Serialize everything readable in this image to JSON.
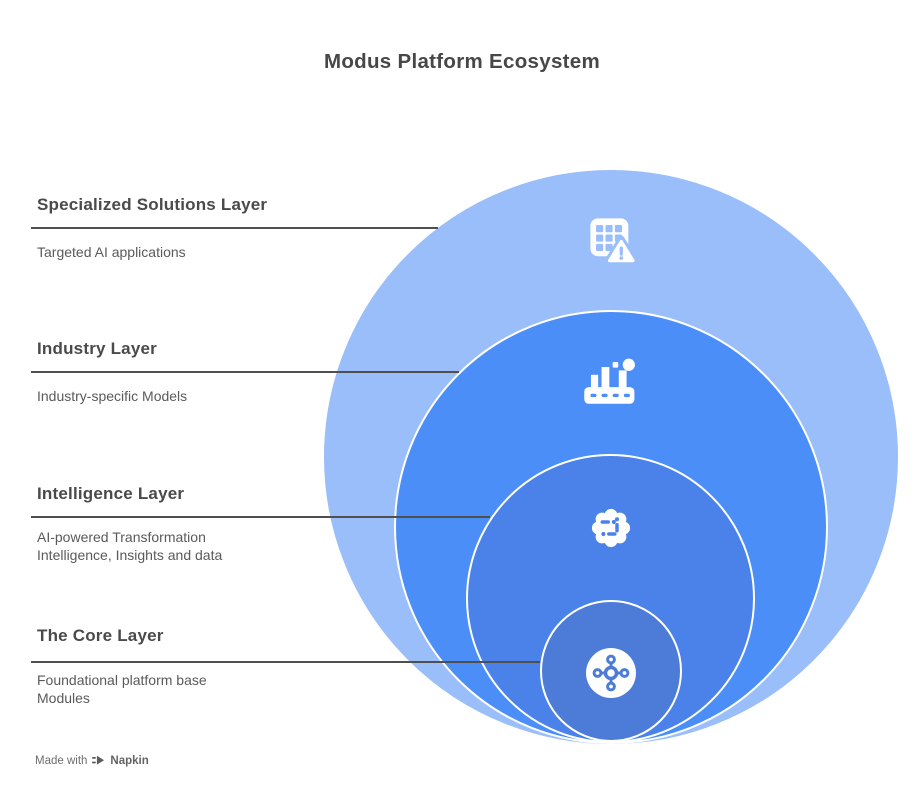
{
  "title": "Modus Platform Ecosystem",
  "layers": [
    {
      "title": "Specialized Solutions Layer",
      "description": "Targeted AI applications",
      "icon": "table-alert-icon",
      "color": "#9ABEFA"
    },
    {
      "title": "Industry Layer",
      "description": "Industry-specific Models",
      "icon": "factory-icon",
      "color": "#4C8EF8"
    },
    {
      "title": "Intelligence Layer",
      "description": "AI-powered Transformation\nIntelligence, Insights and data",
      "icon": "ai-brain-icon",
      "color": "#4A82EA"
    },
    {
      "title": "The Core Layer",
      "description": "Foundational platform base\nModules",
      "icon": "network-hub-icon",
      "color": "#4C7CD8"
    }
  ],
  "footer": {
    "made_with": "Made with",
    "brand": "Napkin"
  }
}
